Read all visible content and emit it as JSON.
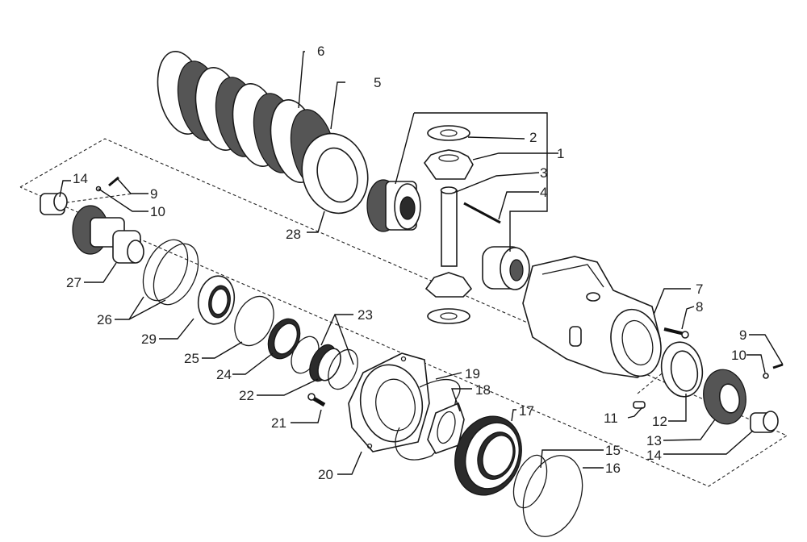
{
  "diagram": {
    "title": "Exploded view – axle differential / brake assembly",
    "callouts": [
      {
        "id": "c1",
        "label": "1"
      },
      {
        "id": "c2",
        "label": "2"
      },
      {
        "id": "c3",
        "label": "3"
      },
      {
        "id": "c4",
        "label": "4"
      },
      {
        "id": "c5",
        "label": "5"
      },
      {
        "id": "c6",
        "label": "6"
      },
      {
        "id": "c7",
        "label": "7"
      },
      {
        "id": "c8",
        "label": "8"
      },
      {
        "id": "c9a",
        "label": "9"
      },
      {
        "id": "c10a",
        "label": "10"
      },
      {
        "id": "c9b",
        "label": "9"
      },
      {
        "id": "c10b",
        "label": "10"
      },
      {
        "id": "c11",
        "label": "11"
      },
      {
        "id": "c12",
        "label": "12"
      },
      {
        "id": "c13",
        "label": "13"
      },
      {
        "id": "c14a",
        "label": "14"
      },
      {
        "id": "c14b",
        "label": "14"
      },
      {
        "id": "c15",
        "label": "15"
      },
      {
        "id": "c16",
        "label": "16"
      },
      {
        "id": "c17",
        "label": "17"
      },
      {
        "id": "c18",
        "label": "18"
      },
      {
        "id": "c19",
        "label": "19"
      },
      {
        "id": "c20",
        "label": "20"
      },
      {
        "id": "c21",
        "label": "21"
      },
      {
        "id": "c22",
        "label": "22"
      },
      {
        "id": "c23",
        "label": "23"
      },
      {
        "id": "c24",
        "label": "24"
      },
      {
        "id": "c25",
        "label": "25"
      },
      {
        "id": "c26",
        "label": "26"
      },
      {
        "id": "c27",
        "label": "27"
      },
      {
        "id": "c28",
        "label": "28"
      },
      {
        "id": "c29",
        "label": "29"
      }
    ],
    "parts": [
      "clutch-disc-pack",
      "pressure-plate",
      "side-gear-hub",
      "thrust-washer",
      "bevel-gear",
      "pinion-shaft",
      "roll-pin",
      "bearing",
      "differential-housing",
      "bolt",
      "screw",
      "washer",
      "pin",
      "bearing-cup",
      "flange",
      "cap",
      "o-ring",
      "seal-ring",
      "piston",
      "lock-plate",
      "gasket",
      "cover",
      "hex-bolt",
      "bushing",
      "snap-ring",
      "seal",
      "shaft-ring",
      "output-shaft",
      "oil-seal"
    ]
  }
}
